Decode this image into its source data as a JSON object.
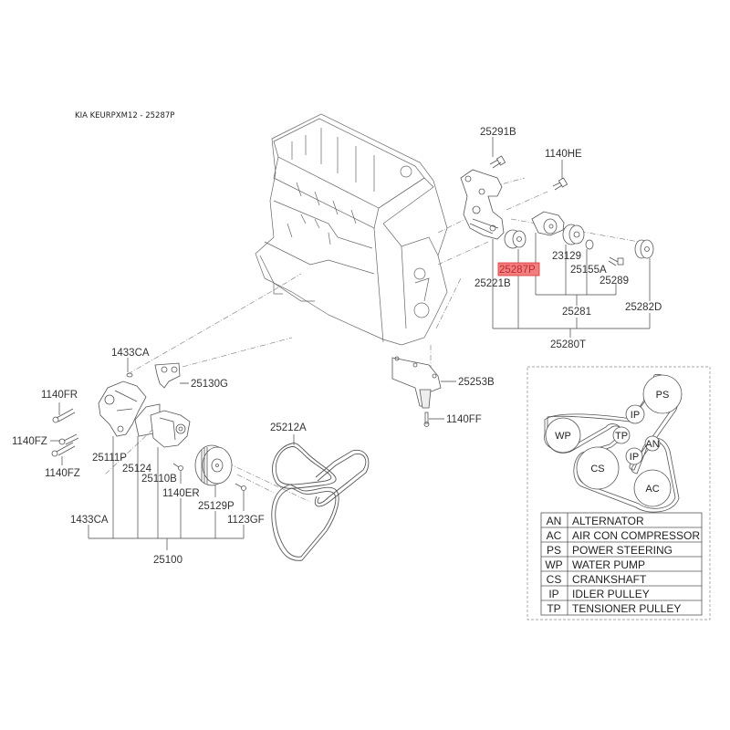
{
  "title": "KIA KEURPXM12 - 25287P",
  "highlight": {
    "part": "25287P",
    "fill": "#f08080",
    "stroke": "#e03030"
  },
  "parts": {
    "p25291B": "25291B",
    "p1140HE": "1140HE",
    "p25287P": "25287P",
    "p25221B": "25221B",
    "p23129": "23129",
    "p25155A": "25155A",
    "p25289": "25289",
    "p25281": "25281",
    "p25282D": "25282D",
    "p25280T": "25280T",
    "p25253B": "25253B",
    "p1140FF": "1140FF",
    "p1433CA_top": "1433CA",
    "p25130G": "25130G",
    "p1140FR": "1140FR",
    "p1140FZ_a": "1140FZ",
    "p1140FZ_b": "1140FZ",
    "p25111P": "25111P",
    "p25124": "25124",
    "p25110B": "25110B",
    "p1140ER": "1140ER",
    "p25129P": "25129P",
    "p1123GF": "1123GF",
    "p1433CA_bot": "1433CA",
    "p25100": "25100",
    "p25212A": "25212A"
  },
  "belt_layout": {
    "pulleys": [
      "PS",
      "IP",
      "WP",
      "TP",
      "AN",
      "IP",
      "CS",
      "AC"
    ]
  },
  "legend": [
    {
      "abbr": "AN",
      "desc": "ALTERNATOR"
    },
    {
      "abbr": "AC",
      "desc": "AIR CON COMPRESSOR"
    },
    {
      "abbr": "PS",
      "desc": "POWER STEERING"
    },
    {
      "abbr": "WP",
      "desc": "WATER PUMP"
    },
    {
      "abbr": "CS",
      "desc": "CRANKSHAFT"
    },
    {
      "abbr": "IP",
      "desc": "IDLER PULLEY"
    },
    {
      "abbr": "TP",
      "desc": "TENSIONER PULLEY"
    }
  ]
}
